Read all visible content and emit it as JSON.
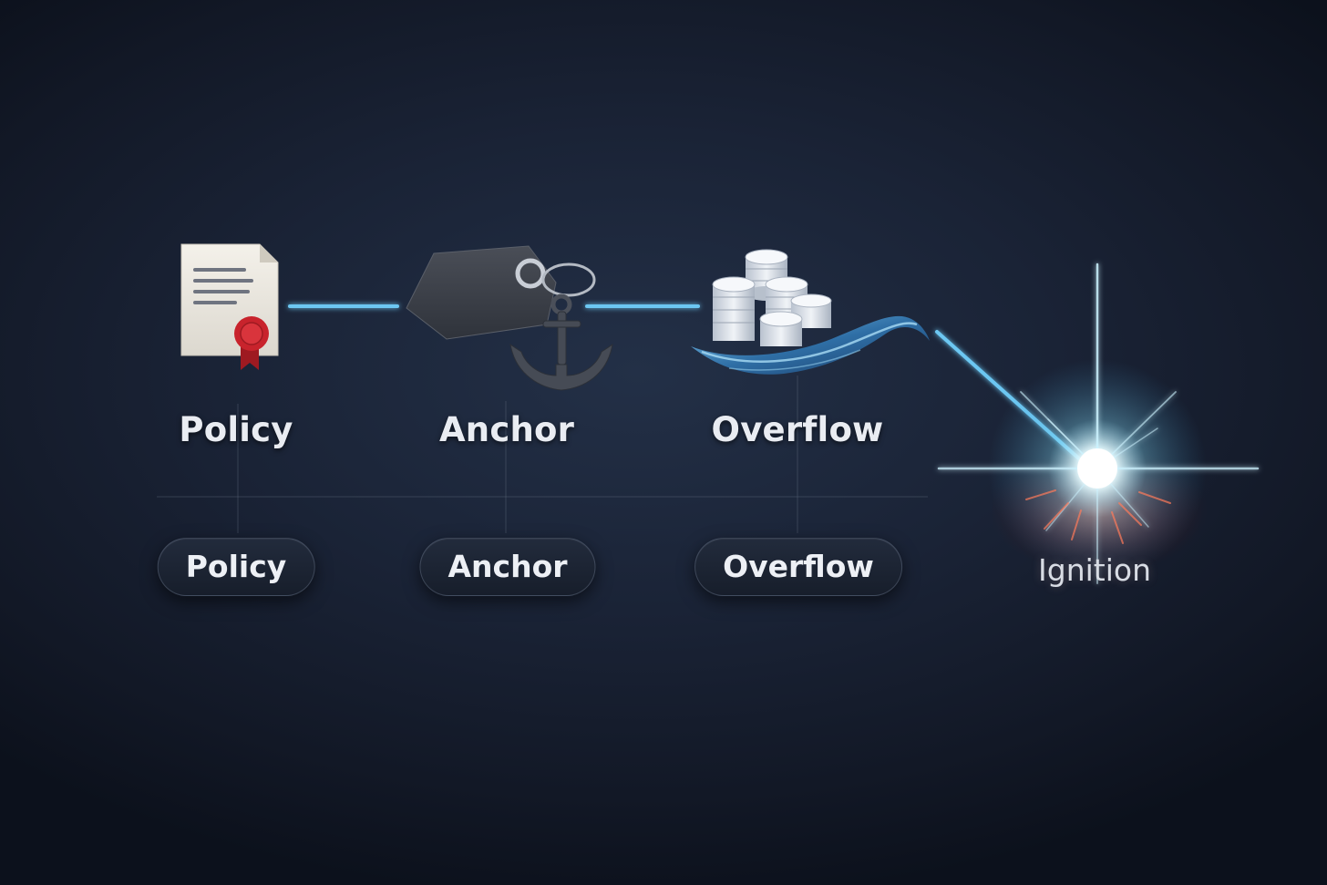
{
  "stages": [
    {
      "id": "policy",
      "label": "Policy",
      "icon": "certificate-icon"
    },
    {
      "id": "anchor",
      "label": "Anchor",
      "icon": "anchor-tag-icon"
    },
    {
      "id": "overflow",
      "label": "Overflow",
      "icon": "coins-wave-icon"
    }
  ],
  "pills": [
    {
      "label": "Policy"
    },
    {
      "label": "Anchor"
    },
    {
      "label": "Overflow"
    }
  ],
  "ignition": {
    "label": "Ignition",
    "icon": "spark-burst-icon"
  },
  "colors": {
    "background": "#141b2b",
    "connector": "#6cc7f2",
    "seal": "#c8232c",
    "wave": "#2f6fa6",
    "spark": "#bfefff"
  }
}
